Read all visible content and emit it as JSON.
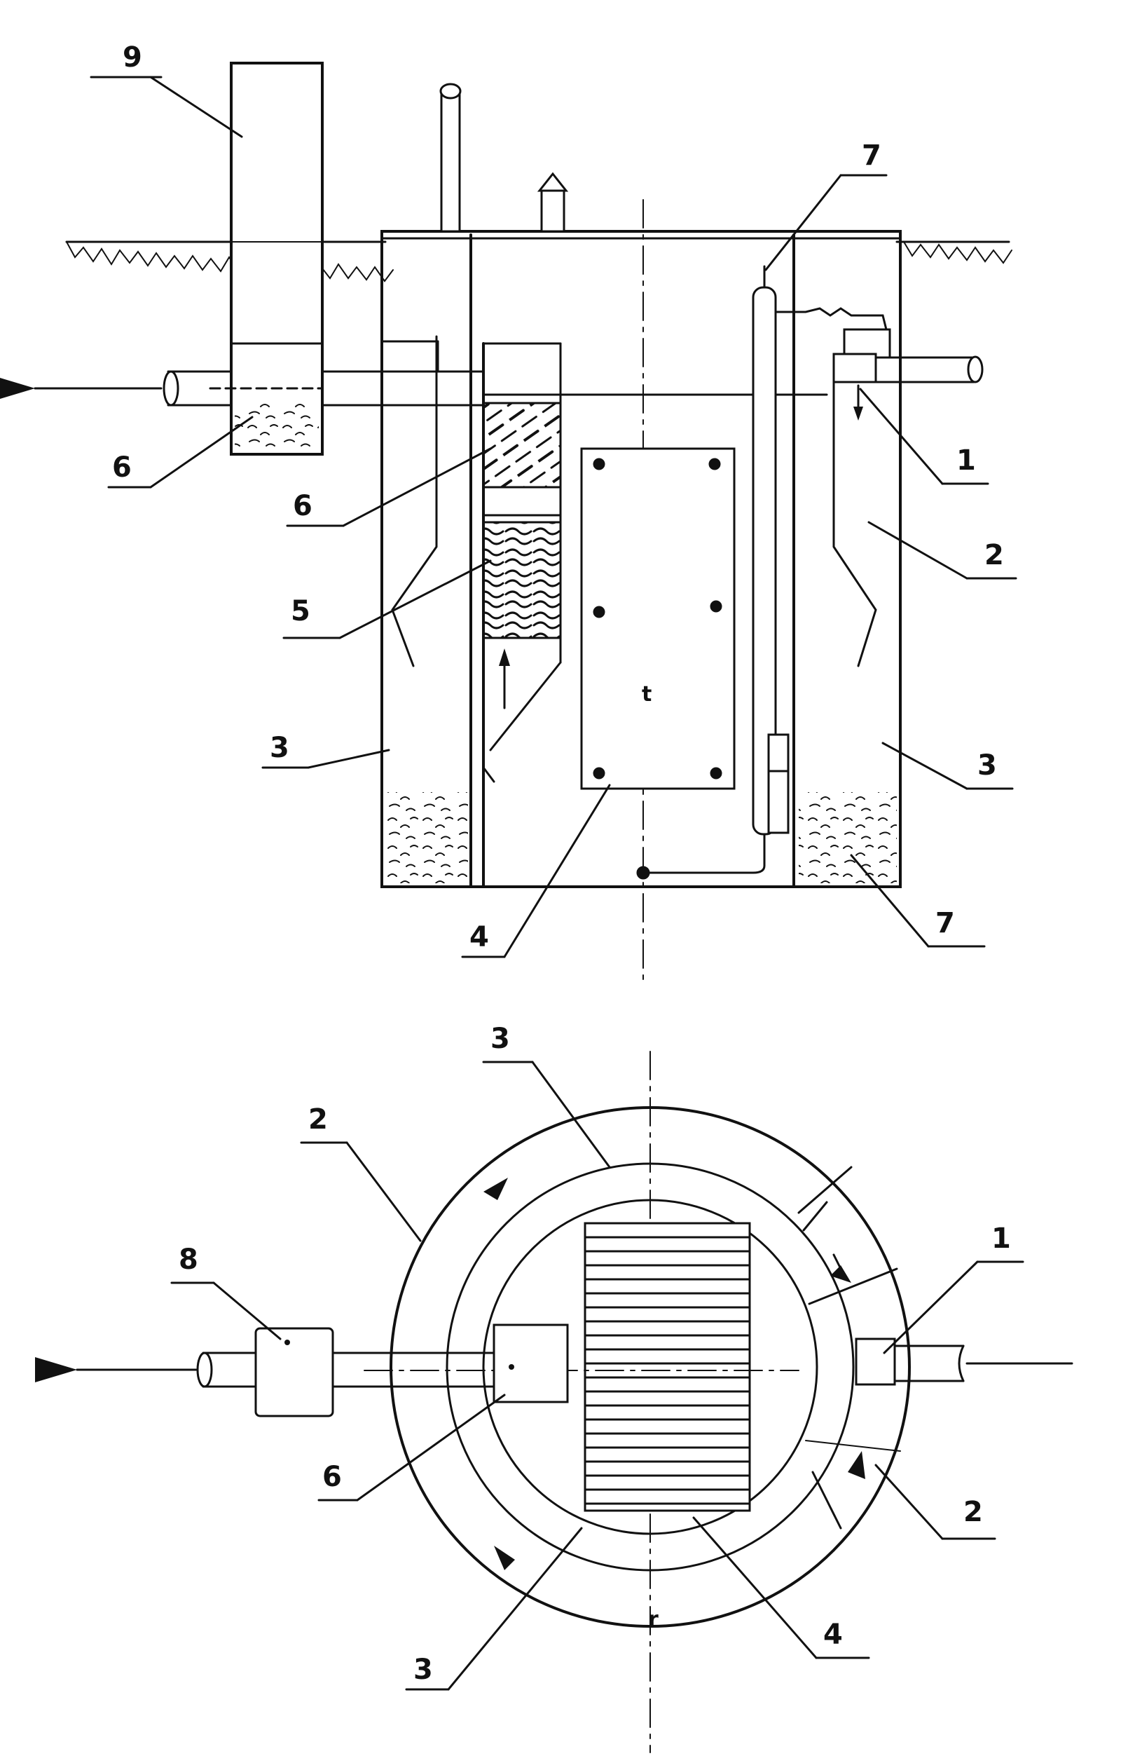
{
  "side_view": {
    "callouts": {
      "n9": "9",
      "n7_top": "7",
      "n1": "1",
      "n6_left": "6",
      "n6_mid": "6",
      "n2": "2",
      "n5": "5",
      "n3_left": "3",
      "n3_right": "3",
      "n4": "4",
      "n7_bottom": "7"
    },
    "module_mark": "t"
  },
  "plan_view": {
    "callouts": {
      "n3_top": "3",
      "n2_left": "2",
      "n1": "1",
      "n8": "8",
      "n6": "6",
      "n2_right": "2",
      "n3_bottom": "3",
      "n4": "4"
    },
    "axis_mark": "r"
  },
  "colors": {
    "ink": "#111111",
    "paper": "#ffffff"
  }
}
